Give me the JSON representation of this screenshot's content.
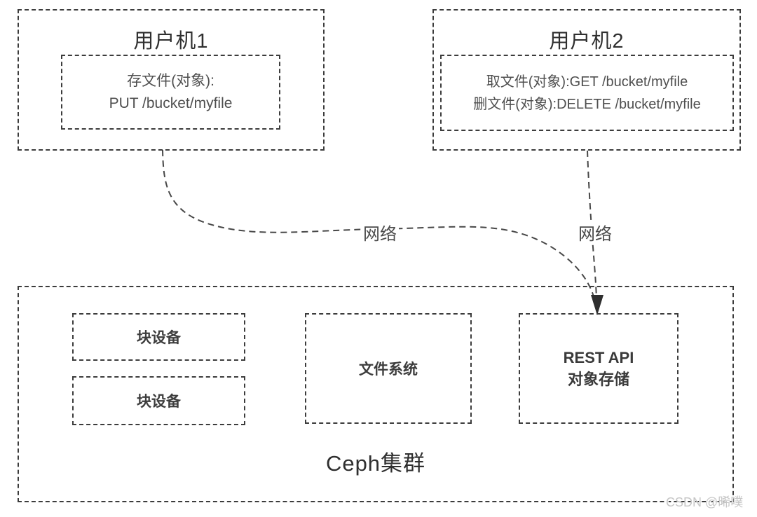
{
  "diagram": {
    "client1": {
      "title": "用户机1",
      "action_lines": [
        "存文件(对象):",
        "PUT /bucket/myfile"
      ]
    },
    "client2": {
      "title": "用户机2",
      "action_lines": [
        "取文件(对象):GET /bucket/myfile",
        "删文件(对象):DELETE /bucket/myfile"
      ]
    },
    "network_label_1": "网络",
    "network_label_2": "网络",
    "cluster": {
      "title": "Ceph集群",
      "block_device_1": "块设备",
      "block_device_2": "块设备",
      "file_system": "文件系统",
      "rest_api_lines": [
        "REST API",
        "对象存储"
      ]
    },
    "watermark": "CSDN @晞噗"
  },
  "colors": {
    "line": "#474747",
    "border": "#3c3c3c",
    "arrow": "#2e2e2e",
    "background": "#ffffff"
  }
}
